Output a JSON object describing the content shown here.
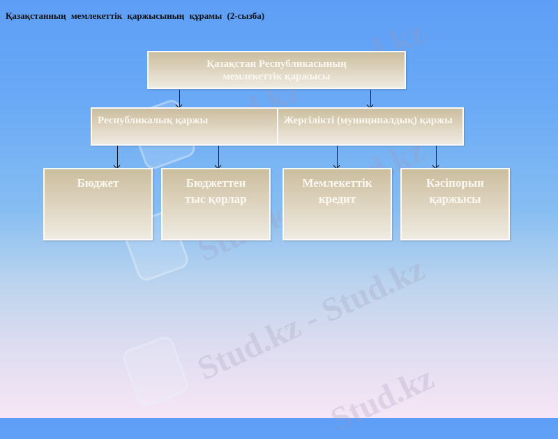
{
  "title": "Қазақстанның мемлекеттік қаржысының құрамы (2-сызба)",
  "diagram": {
    "root": {
      "line1": "Қазақстан Республикасының",
      "line2": "мемлекеттік қаржысы"
    },
    "level2": [
      {
        "label": "Республикалық қаржы"
      },
      {
        "label": "Жергілікті (муниципалдық) қаржы"
      }
    ],
    "level3": [
      {
        "line1": "Бюджет",
        "line2": ""
      },
      {
        "line1": "Бюджеттен",
        "line2": "тыс қорлар"
      },
      {
        "line1": "Мемлекеттік",
        "line2": "кредит"
      },
      {
        "line1": "Кәсіпорын",
        "line2": "қаржысы"
      }
    ]
  },
  "watermark": {
    "text1": "Stud.kz",
    "text2": "Stud.kz - Stud.kz",
    "logo": "hummingbird-logo-icon"
  },
  "colors": {
    "bg_top": "#5e9ef6",
    "bg_bottom": "#f7e6f6",
    "box_top": "#cbbd9f",
    "box_bottom": "#efebe2",
    "box_text": "#fbf8f2"
  }
}
